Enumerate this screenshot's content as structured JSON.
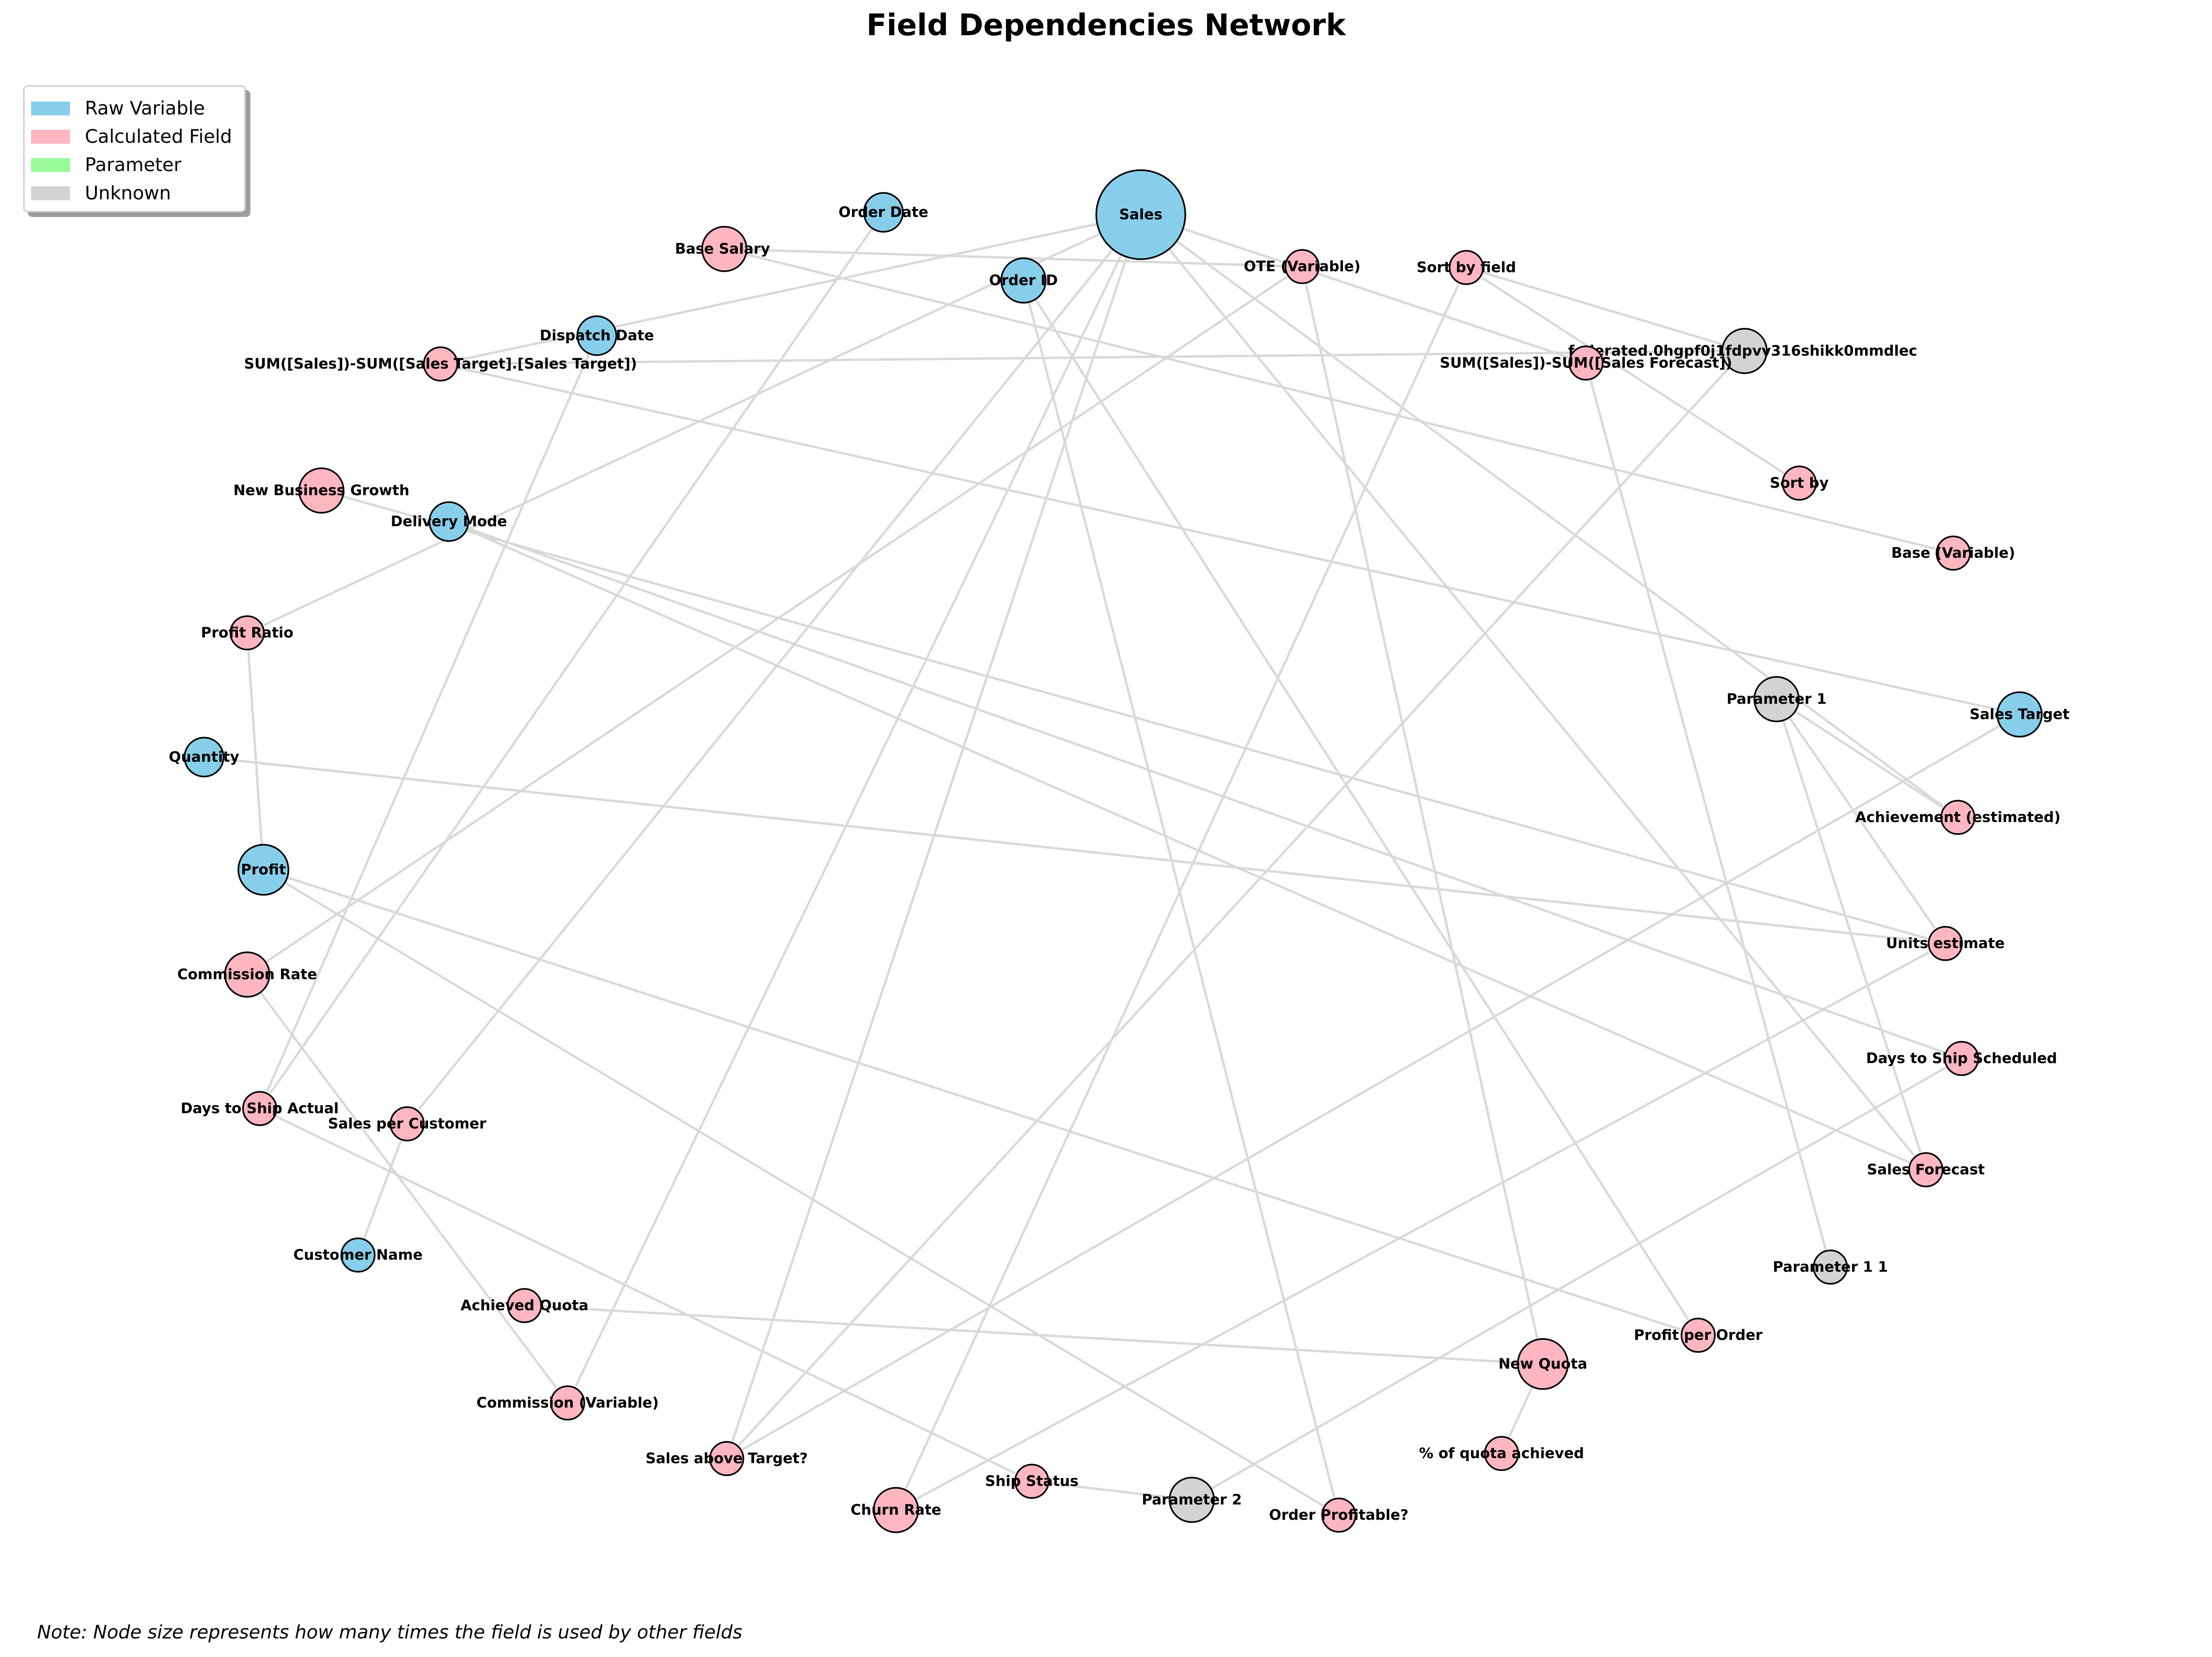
{
  "title": "Field Dependencies Network",
  "note": "Note: Node size represents how many times the field is used by other fields",
  "legend": {
    "items": [
      {
        "label": "Raw Variable",
        "color": "#87ceeb"
      },
      {
        "label": "Calculated Field",
        "color": "#ffb6c1"
      },
      {
        "label": "Parameter",
        "color": "#98fb98"
      },
      {
        "label": "Unknown",
        "color": "#d3d3d3"
      }
    ]
  },
  "chart_data": {
    "type": "network",
    "categories": {
      "raw": "Raw Variable",
      "calc": "Calculated Field",
      "param": "Parameter",
      "unknown": "Unknown"
    },
    "colors": {
      "raw": "#87ceeb",
      "calc": "#ffb6c1",
      "param": "#98fb98",
      "unknown": "#d3d3d3"
    },
    "nodes": [
      {
        "label": "Sales",
        "category": "raw",
        "usage": 10
      },
      {
        "label": "Order Date",
        "category": "raw",
        "usage": 1
      },
      {
        "label": "Base Salary",
        "category": "calc",
        "usage": 2
      },
      {
        "label": "Order ID",
        "category": "raw",
        "usage": 2
      },
      {
        "label": "OTE (Variable)",
        "category": "calc",
        "usage": 0
      },
      {
        "label": "Sort by field",
        "category": "calc",
        "usage": 0
      },
      {
        "label": "Dispatch Date",
        "category": "raw",
        "usage": 1
      },
      {
        "label": "SUM([Sales])-SUM([Sales Target].[Sales Target])",
        "category": "calc",
        "usage": 0
      },
      {
        "label": "federated.0hgpf0j1fdpvv316shikk0mmdlec",
        "category": "unknown",
        "usage": 2
      },
      {
        "label": "SUM([Sales])-SUM([Sales Forecast])",
        "category": "calc",
        "usage": 0
      },
      {
        "label": "New Business Growth",
        "category": "calc",
        "usage": 2
      },
      {
        "label": "Delivery Mode",
        "category": "raw",
        "usage": 1
      },
      {
        "label": "Sort by",
        "category": "calc",
        "usage": 0
      },
      {
        "label": "Base (Variable)",
        "category": "calc",
        "usage": 0
      },
      {
        "label": "Profit Ratio",
        "category": "calc",
        "usage": 0
      },
      {
        "label": "Parameter 1",
        "category": "unknown",
        "usage": 2
      },
      {
        "label": "Sales Target",
        "category": "raw",
        "usage": 2
      },
      {
        "label": "Quantity",
        "category": "raw",
        "usage": 1
      },
      {
        "label": "Achievement (estimated)",
        "category": "calc",
        "usage": 0
      },
      {
        "label": "Profit",
        "category": "raw",
        "usage": 3
      },
      {
        "label": "Units estimate",
        "category": "calc",
        "usage": 0
      },
      {
        "label": "Commission Rate",
        "category": "calc",
        "usage": 2
      },
      {
        "label": "Days to Ship Scheduled",
        "category": "calc",
        "usage": 0
      },
      {
        "label": "Days to Ship Actual",
        "category": "calc",
        "usage": 0
      },
      {
        "label": "Sales per Customer",
        "category": "calc",
        "usage": 0
      },
      {
        "label": "Sales Forecast",
        "category": "calc",
        "usage": 0
      },
      {
        "label": "Customer Name",
        "category": "raw",
        "usage": 0
      },
      {
        "label": "Parameter 1 1",
        "category": "unknown",
        "usage": 0
      },
      {
        "label": "Achieved Quota",
        "category": "calc",
        "usage": 0
      },
      {
        "label": "Profit per Order",
        "category": "calc",
        "usage": 0
      },
      {
        "label": "New Quota",
        "category": "calc",
        "usage": 3
      },
      {
        "label": "Commission (Variable)",
        "category": "calc",
        "usage": 0
      },
      {
        "label": "% of quota achieved",
        "category": "calc",
        "usage": 0
      },
      {
        "label": "Sales above Target?",
        "category": "calc",
        "usage": 0
      },
      {
        "label": "Ship Status",
        "category": "calc",
        "usage": 0
      },
      {
        "label": "Parameter 2",
        "category": "unknown",
        "usage": 2
      },
      {
        "label": "Churn Rate",
        "category": "calc",
        "usage": 2
      },
      {
        "label": "Order Profitable?",
        "category": "calc",
        "usage": 0
      }
    ],
    "edges": [
      [
        "Sales",
        "SUM([Sales])-SUM([Sales Target].[Sales Target])"
      ],
      [
        "Sales",
        "Sales per Customer"
      ],
      [
        "Sales",
        "Commission (Variable)"
      ],
      [
        "Sales",
        "Sales above Target?"
      ],
      [
        "Sales",
        "Sales Forecast"
      ],
      [
        "Sales",
        "Achievement (estimated)"
      ],
      [
        "Sales",
        "SUM([Sales])-SUM([Sales Forecast])"
      ],
      [
        "Sales",
        "Profit Ratio"
      ],
      [
        "Base Salary",
        "OTE (Variable)"
      ],
      [
        "Base Salary",
        "Base (Variable)"
      ],
      [
        "Order Date",
        "Days to Ship Actual"
      ],
      [
        "Dispatch Date",
        "Days to Ship Actual"
      ],
      [
        "Order ID",
        "Order Profitable?"
      ],
      [
        "Order ID",
        "Profit per Order"
      ],
      [
        "federated.0hgpf0j1fdpvv316shikk0mmdlec",
        "SUM([Sales])-SUM([Sales Target].[Sales Target])"
      ],
      [
        "federated.0hgpf0j1fdpvv316shikk0mmdlec",
        "Sort by field"
      ],
      [
        "federated.0hgpf0j1fdpvv316shikk0mmdlec",
        "Sales above Target?"
      ],
      [
        "Sort by",
        "Sort by field"
      ],
      [
        "New Business Growth",
        "Units estimate"
      ],
      [
        "Delivery Mode",
        "Days to Ship Scheduled"
      ],
      [
        "Delivery Mode",
        "Sales Forecast"
      ],
      [
        "Sales Target",
        "SUM([Sales])-SUM([Sales Target].[Sales Target])"
      ],
      [
        "Sales Target",
        "Sales above Target?"
      ],
      [
        "Parameter 1",
        "Achievement (estimated)"
      ],
      [
        "Parameter 1",
        "Units estimate"
      ],
      [
        "Parameter 1",
        "Sales Forecast"
      ],
      [
        "Quantity",
        "Units estimate"
      ],
      [
        "Profit",
        "Profit Ratio"
      ],
      [
        "Profit",
        "Profit per Order"
      ],
      [
        "Profit",
        "Order Profitable?"
      ],
      [
        "Commission Rate",
        "Commission (Variable)"
      ],
      [
        "Commission Rate",
        "OTE (Variable)"
      ],
      [
        "Days to Ship Actual",
        "Ship Status"
      ],
      [
        "Customer Name",
        "Sales per Customer"
      ],
      [
        "Parameter 1 1",
        "SUM([Sales])-SUM([Sales Forecast])"
      ],
      [
        "New Quota",
        "Achieved Quota"
      ],
      [
        "New Quota",
        "% of quota achieved"
      ],
      [
        "New Quota",
        "OTE (Variable)"
      ],
      [
        "Parameter 2",
        "Days to Ship Scheduled"
      ],
      [
        "Parameter 2",
        "Ship Status"
      ],
      [
        "Churn Rate",
        "Units estimate"
      ],
      [
        "Churn Rate",
        "Sort by field"
      ]
    ]
  }
}
